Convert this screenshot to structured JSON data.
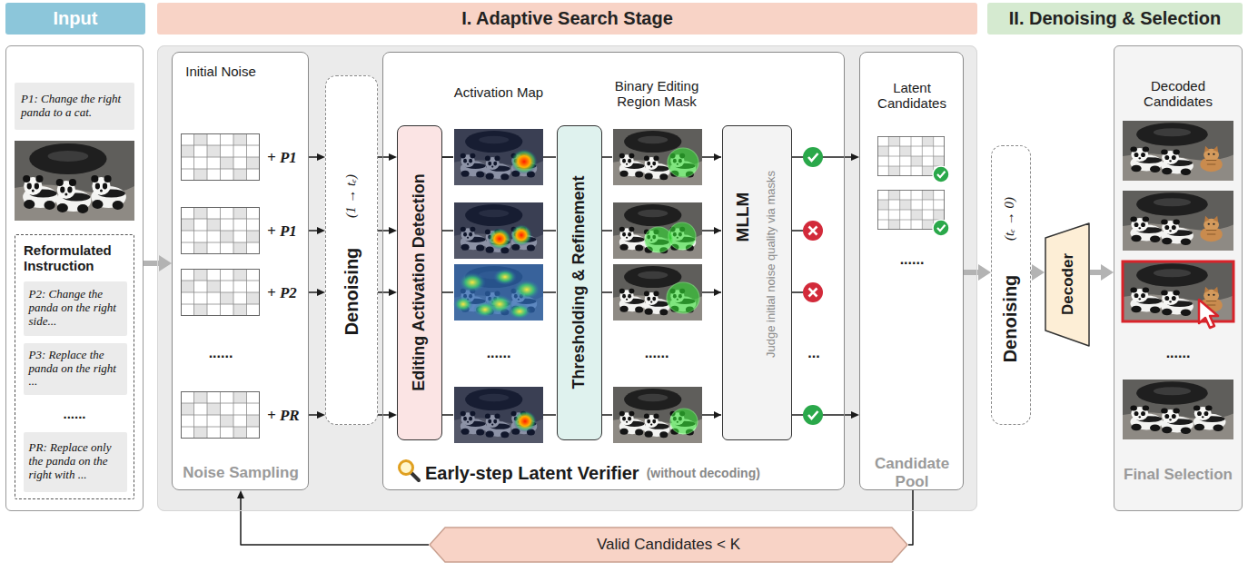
{
  "diagram": {
    "nodes": [
      {
        "text": [
          "Input"
        ]
      },
      {
        "text": [
          "I. Adaptive Search Stage"
        ]
      },
      {
        "text": [
          "II. Denoising & Selection"
        ]
      },
      {
        "text": []
      },
      {
        "text": [
          "P1: Change the right panda to a cat."
        ],
        "in": 3
      },
      {
        "text": [
          "Reformulated Instruction",
          "......"
        ],
        "in": 3
      },
      {
        "text": [
          "P2: Change the panda on the right side..."
        ],
        "in": 5
      },
      {
        "text": [
          "P3: Replace the panda on the right ..."
        ],
        "in": 5
      },
      {
        "text": [
          "PR: Replace only the panda on the right with ..."
        ],
        "in": 5
      },
      {
        "text": []
      },
      {
        "text": [
          "Initial Noise",
          "+ P1",
          "+ P1",
          "+ P2",
          "......",
          "+ PR",
          "Noise Sampling"
        ],
        "in": 9
      },
      {
        "text": [
          "Denoising",
          "(1 → tₑ)"
        ],
        "in": 9
      },
      {
        "text": [
          "Activation Map",
          "Binary Editing Region Mask",
          "......",
          "......",
          "...",
          "Early-step Latent Verifier",
          "(without decoding)"
        ],
        "in": 9
      },
      {
        "text": [
          "Editing Activation Detection"
        ],
        "in": 12
      },
      {
        "text": [
          "Thresholding & Refinement"
        ],
        "in": 12
      },
      {
        "text": [
          "MLLM",
          "Judge initial noise quality via masks"
        ],
        "in": 12
      },
      {
        "text": [
          "Latent Candidates",
          "......",
          "Candidate Pool"
        ],
        "in": 9
      },
      {
        "text": [
          "Denoising",
          "(tₑ → 0)"
        ]
      },
      {
        "text": [
          "Decoder"
        ]
      },
      {
        "text": [
          "Decoded Candidates",
          "......",
          "Final Selection"
        ]
      },
      {
        "text": [
          "Valid Candidates < K"
        ]
      }
    ],
    "edges": [
      {
        "from": 3,
        "to": 10,
        "arrow": "to"
      },
      {
        "from": 10,
        "to": 11,
        "arrow": "to"
      },
      {
        "from": 10,
        "to": 11,
        "arrow": "to"
      },
      {
        "from": 10,
        "to": 11,
        "arrow": "to"
      },
      {
        "from": 10,
        "to": 11,
        "arrow": "to"
      },
      {
        "from": 11,
        "to": 13,
        "arrow": "to"
      },
      {
        "from": 11,
        "to": 13,
        "arrow": "to"
      },
      {
        "from": 11,
        "to": 13,
        "arrow": "to"
      },
      {
        "from": 11,
        "to": 13,
        "arrow": "to"
      },
      {
        "from": 15,
        "to": 16,
        "arrow": "to"
      },
      {
        "from": 15,
        "to": 16,
        "arrow": "to"
      },
      {
        "from": 16,
        "to": 17,
        "arrow": "to"
      },
      {
        "from": 17,
        "to": 18,
        "arrow": "to"
      },
      {
        "from": 18,
        "to": 19,
        "arrow": "to"
      },
      {
        "from": 16,
        "to": 20,
        "arrow": "none"
      },
      {
        "from": 20,
        "to": 10,
        "arrow": "to"
      }
    ]
  }
}
